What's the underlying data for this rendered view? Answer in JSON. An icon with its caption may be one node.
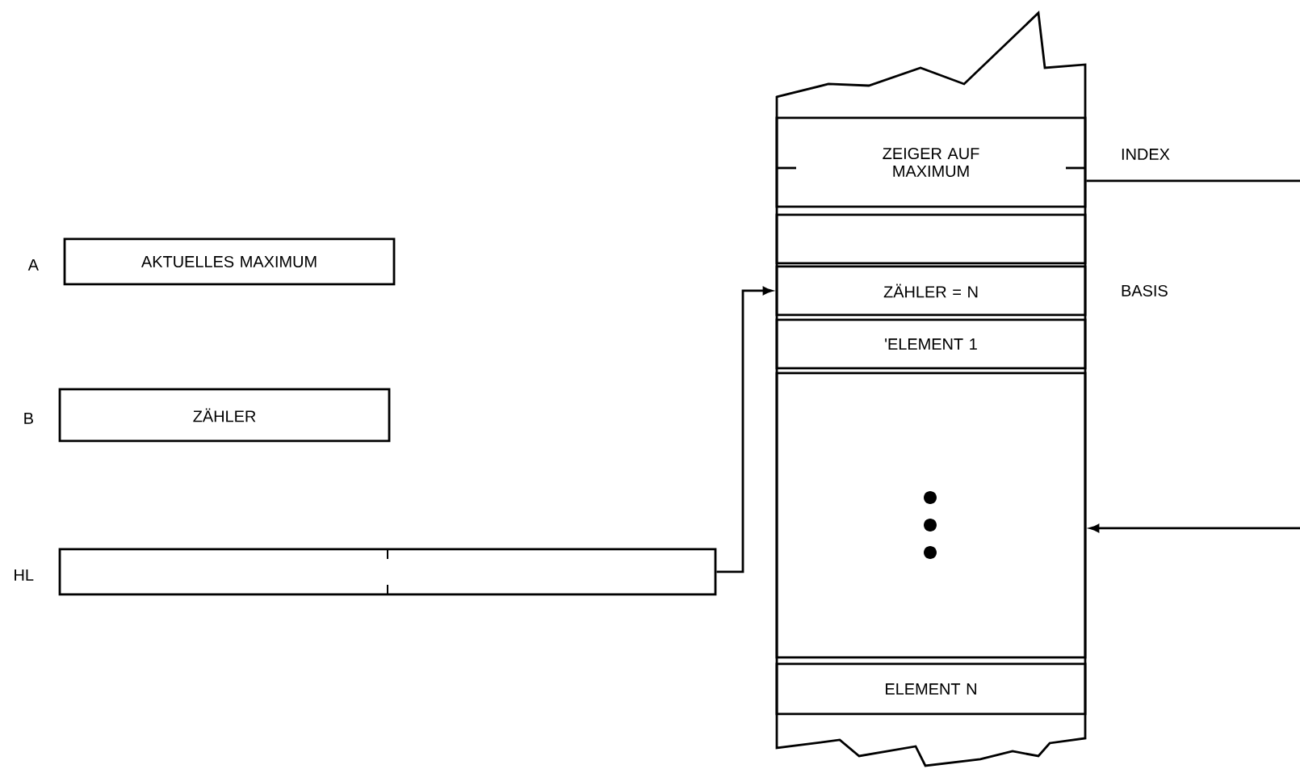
{
  "diagram": {
    "nodes": [
      {
        "text": [
          "AKTUELLES MAXIMUM"
        ],
        "beside": [
          "A"
        ]
      },
      {
        "text": [
          "ZÄHLER"
        ],
        "beside": [
          "B"
        ]
      },
      {
        "text": [],
        "shape": "box",
        "beside": [
          "HL"
        ]
      },
      {
        "text": [],
        "shape": "box"
      },
      {
        "text": [
          "ZEIGER AUF MAXIMUM"
        ],
        "in": 3,
        "beside": [
          "INDEX"
        ]
      },
      {
        "text": [],
        "shape": "box",
        "in": 3
      },
      {
        "text": [
          "ZÄHLER = N"
        ],
        "in": 3,
        "beside": [
          "BASIS"
        ]
      },
      {
        "text": [
          "'ELEMENT 1"
        ],
        "in": 3
      },
      {
        "text": [],
        "shape": "box",
        "in": 3
      },
      {
        "text": [
          "ELEMENT N"
        ],
        "in": 3
      }
    ],
    "edges": [
      {
        "from": 2,
        "to": 6,
        "arrow": "to"
      },
      {
        "from": 4,
        "to": null,
        "arrow": "none"
      },
      {
        "from": null,
        "to": 8,
        "arrow": "to"
      }
    ]
  }
}
